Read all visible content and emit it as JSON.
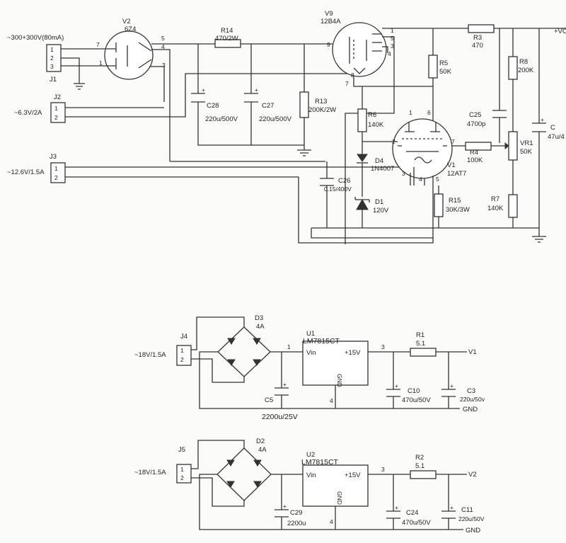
{
  "labels": {
    "J1_in": "~300+300V(80mA)",
    "J1": "J1",
    "J2_in": "~6.3V/2A",
    "J2": "J2",
    "J3_in": "~12.6V/1.5A",
    "J3": "J3",
    "V2": "V2",
    "V2_type": "6Z4",
    "V9": "V9",
    "V9_type": "12B4A",
    "R14": "R14",
    "R14_val": "470/2W",
    "C28": "C28",
    "C28_val": "220u/500V",
    "C27": "C27",
    "C27_val": "220u/500V",
    "R13": "R13",
    "R13_val": "200K/2W",
    "R3": "R3",
    "R3_val": "470",
    "vout": "+VO",
    "R5": "R5",
    "R5_val": "50K",
    "R8": "R8",
    "R8_val": "200K",
    "C_out": "C",
    "C_out_val": "47u/4",
    "R6": "R6",
    "R6_val": "140K",
    "C25": "C25",
    "C25_val": "4700p",
    "D4": "D4",
    "D4_val": "1N4007",
    "R4": "R4",
    "R4_val": "100K",
    "VR1": "VR1",
    "VR1_val": "50K",
    "V1": "V1",
    "V1_type": "12AT7",
    "C26": "C26",
    "C26_val": "0.15/400V",
    "D1": "D1",
    "D1_val": "120V",
    "R15": "R15",
    "R15_val": "30K/3W",
    "R7": "R7",
    "R7_val": "140K",
    "J4": "J4",
    "J4_in": "~18V/1.5A",
    "D3": "D3",
    "D3_val": "4A",
    "U1": "U1",
    "U1_type": "LM7815CT",
    "vin": "Vin",
    "p15": "+15V",
    "gnd_pin": "GND",
    "R1": "R1",
    "R1_val": "5.1",
    "V1_out": "V1",
    "C10": "C10",
    "C10_val": "470u/50V",
    "C3": "C3",
    "C3_val": "220u/50v",
    "C5": "C5",
    "C5_val": "2200u/25V",
    "GND": "GND",
    "J5": "J5",
    "J5_in": "~18V/1.5A",
    "D2": "D2",
    "D2_val": "4A",
    "U2": "U2",
    "U2_type": "LM7815CT",
    "R2": "R2",
    "R2_val": "5.1",
    "V2_out": "V2",
    "C24": "C24",
    "C24_val": "470u/50V",
    "C11": "C11",
    "C11_val": "220u/50V",
    "C29": "C29",
    "C29_val": "2200u",
    "pin1": "1",
    "pin2": "2",
    "pin3": "3",
    "pin4": "4",
    "pin5": "5",
    "pin6": "6",
    "pin7": "7",
    "pin8": "8",
    "pin9": "9",
    "plus": "+"
  }
}
